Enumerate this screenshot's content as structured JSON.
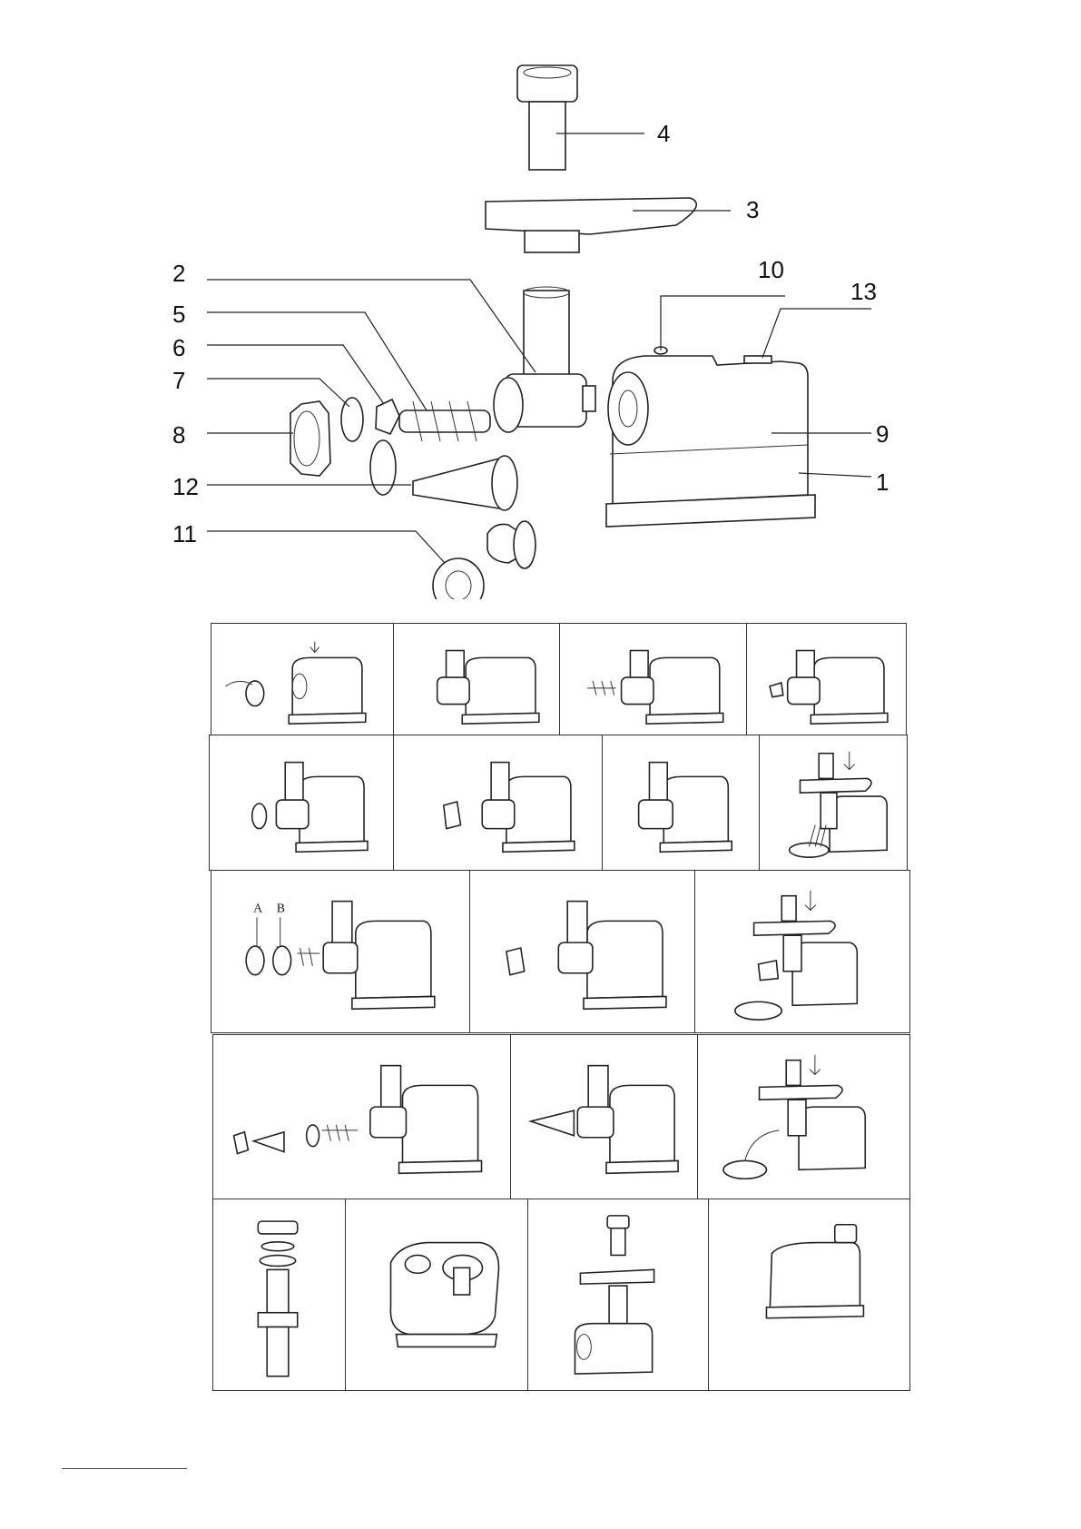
{
  "exploded_view": {
    "part_numbers": [
      "4",
      "3",
      "10",
      "13",
      "2",
      "5",
      "6",
      "7",
      "8",
      "9",
      "12",
      "1",
      "11"
    ]
  },
  "step_grid": {
    "row3_cell1_labels": [
      "A",
      "B"
    ]
  },
  "colors": {
    "line": "#222222",
    "link": "#2a3fbf"
  }
}
